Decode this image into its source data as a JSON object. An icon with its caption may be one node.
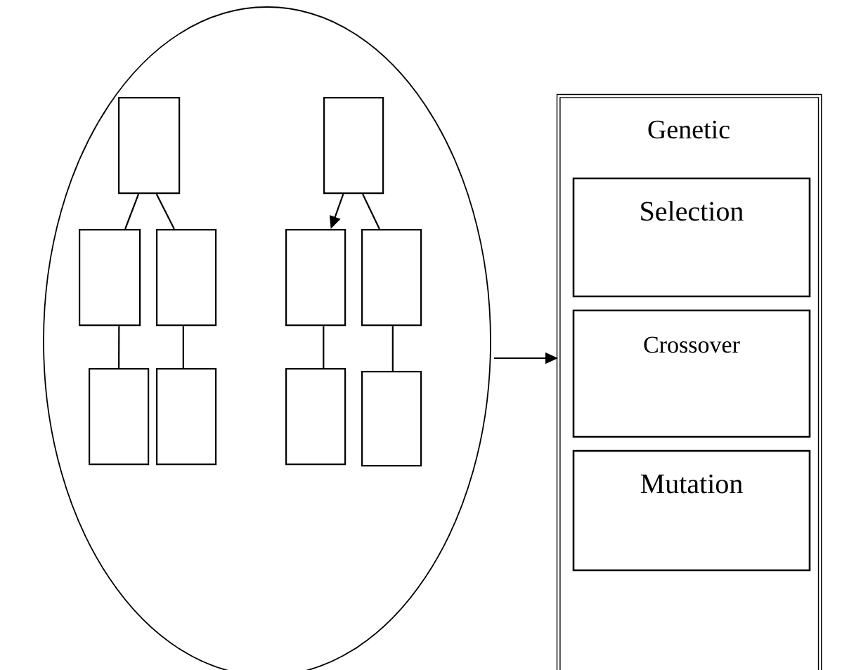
{
  "diagram": {
    "nodes": [
      {
        "text": [],
        "shape": "ellipse"
      },
      {
        "text": [],
        "shape": "box",
        "in": 0
      },
      {
        "text": [],
        "shape": "box",
        "in": 0
      },
      {
        "text": [],
        "shape": "box",
        "in": 0
      },
      {
        "text": [],
        "shape": "box",
        "in": 0
      },
      {
        "text": [],
        "shape": "box",
        "in": 0
      },
      {
        "text": [],
        "shape": "box",
        "in": 0
      },
      {
        "text": [],
        "shape": "box",
        "in": 0
      },
      {
        "text": [],
        "shape": "box",
        "in": 0
      },
      {
        "text": [],
        "shape": "box",
        "in": 0
      },
      {
        "text": [],
        "shape": "box",
        "in": 0
      },
      {
        "text": [
          "Genetic"
        ]
      },
      {
        "text": [
          "Selection"
        ],
        "in": 11
      },
      {
        "text": [
          "Crossover"
        ],
        "in": 11
      },
      {
        "text": [
          "Mutation"
        ],
        "in": 11
      }
    ],
    "edges": [
      {
        "from": 1,
        "to": 3,
        "arrow": "none"
      },
      {
        "from": 1,
        "to": 4,
        "arrow": "none"
      },
      {
        "from": 2,
        "to": 5,
        "arrow": "to"
      },
      {
        "from": 2,
        "to": 6,
        "arrow": "none"
      },
      {
        "from": 3,
        "to": 7,
        "arrow": "none"
      },
      {
        "from": 4,
        "to": 8,
        "arrow": "none"
      },
      {
        "from": 5,
        "to": 9,
        "arrow": "none"
      },
      {
        "from": 6,
        "to": 10,
        "arrow": "none"
      },
      {
        "from": 0,
        "to": 11,
        "arrow": "to"
      }
    ]
  }
}
